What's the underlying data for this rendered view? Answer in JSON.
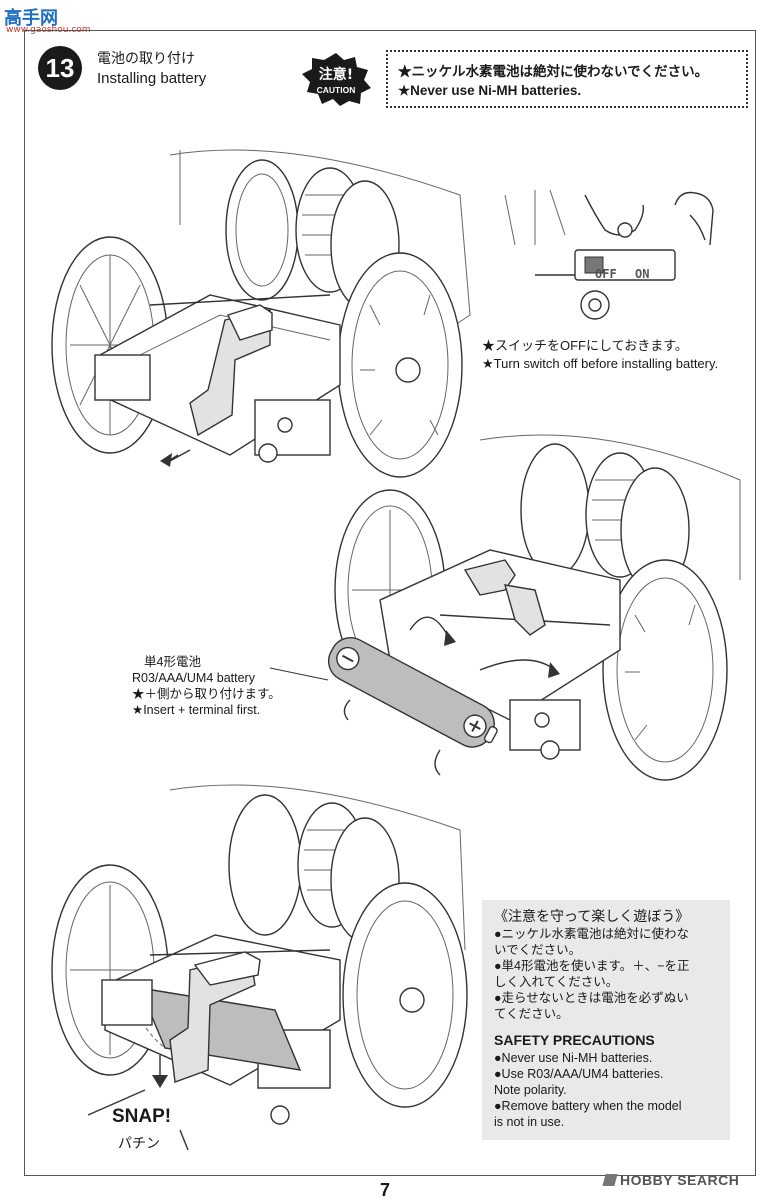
{
  "watermark": {
    "site": "高手网",
    "url": "www.gaoshou.com"
  },
  "step": {
    "number": "13",
    "title_ja": "電池の取り付け",
    "title_en": "Installing battery"
  },
  "caution": {
    "badge_ja": "注意!",
    "badge_en": "CAUTION",
    "line_ja": "★ニッケル水素電池は絶対に使わないでください。",
    "line_en": "★Never use Ni-MH batteries."
  },
  "switch": {
    "off_label": "OFF",
    "on_label": "ON",
    "note_ja": "★スイッチをOFFにしておきます。",
    "note_en": "★Turn switch off before installing battery."
  },
  "battery": {
    "label_ja": "単4形電池",
    "label_en": "R03/AAA/UM4 battery",
    "note_ja": "★＋側から取り付けます。",
    "note_en": "★Insert + terminal first."
  },
  "safety": {
    "heading_ja": "《注意を守って楽しく遊ぼう》",
    "items_ja": [
      "●ニッケル水素電池は絶対に使わな",
      "いでください。",
      "●単4形電池を使います。＋、−を正",
      "しく入れてください。",
      "●走らせないときは電池を必ずぬい",
      "てください。"
    ],
    "heading_en": "SAFETY PRECAUTIONS",
    "items_en": [
      "●Never use Ni-MH batteries.",
      "●Use R03/AAA/UM4 batteries.",
      "Note polarity.",
      "●Remove battery when the model",
      "is not in use."
    ]
  },
  "snap": {
    "en": "SNAP!",
    "ja": "パチン"
  },
  "page_number": "7",
  "footer_brand": "HOBBY SEARCH"
}
